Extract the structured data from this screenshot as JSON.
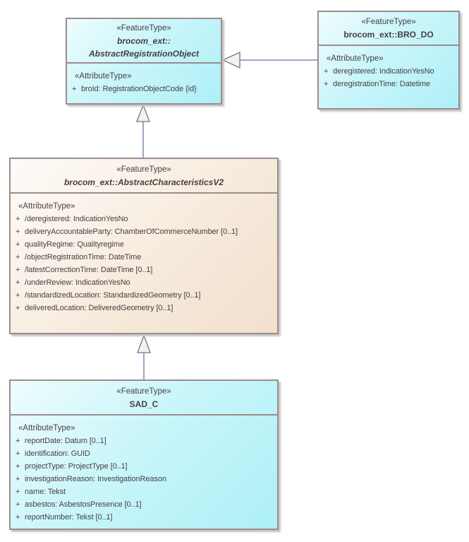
{
  "diagram": {
    "kind": "uml-class-diagram",
    "colors": {
      "class_fill_cyan": "#aeeff7",
      "class_fill_beige": "#f1e0ce",
      "box_border": "#9c8c8c",
      "connector_line": "#66789b",
      "connector_arrow_fill": "#f9f1e9",
      "text": "#473e41",
      "background": "#ffffff"
    },
    "classes": [
      {
        "id": "AbstractRegistrationObject",
        "stereotype": "«FeatureType»",
        "name_lines": [
          "brocom_ext::",
          "AbstractRegistrationObject"
        ],
        "abstract": true,
        "attr_header": "«AttributeType»",
        "attributes": [
          {
            "vis": "+",
            "text": "broId: RegistrationObjectCode {id}"
          }
        ]
      },
      {
        "id": "BRO_DO",
        "stereotype": "«FeatureType»",
        "name_lines": [
          "brocom_ext::BRO_DO"
        ],
        "abstract": false,
        "attr_header": "«AttributeType»",
        "attributes": [
          {
            "vis": "+",
            "text": "deregistered: IndicationYesNo"
          },
          {
            "vis": "+",
            "text": "deregistrationTime: Datetime"
          }
        ]
      },
      {
        "id": "AbstractCharacteristicsV2",
        "stereotype": "«FeatureType»",
        "name_lines": [
          "brocom_ext::AbstractCharacteristicsV2"
        ],
        "abstract": true,
        "attr_header": "«AttributeType»",
        "attributes": [
          {
            "vis": "+",
            "text": "/deregistered: IndicationYesNo"
          },
          {
            "vis": "+",
            "text": "deliveryAccountableParty: ChamberOfCommerceNumber [0..1]"
          },
          {
            "vis": "+",
            "text": "qualityRegime: Qualityregime"
          },
          {
            "vis": "+",
            "text": "/objectRegistrationTime: DateTime"
          },
          {
            "vis": "+",
            "text": "/latestCorrectionTime: DateTime [0..1]"
          },
          {
            "vis": "+",
            "text": "/underReview: IndicationYesNo"
          },
          {
            "vis": "+",
            "text": "/standardizedLocation: StandardizedGeometry [0..1]"
          },
          {
            "vis": "+",
            "text": "deliveredLocation: DeliveredGeometry [0..1]"
          }
        ]
      },
      {
        "id": "SAD_C",
        "stereotype": "«FeatureType»",
        "name_lines": [
          "SAD_C"
        ],
        "abstract": false,
        "attr_header": "«AttributeType»",
        "attributes": [
          {
            "vis": "+",
            "text": "reportDate: Datum [0..1]"
          },
          {
            "vis": "+",
            "text": "identification: GUID"
          },
          {
            "vis": "+",
            "text": "projectType: ProjectType [0..1]"
          },
          {
            "vis": "+",
            "text": "investigationReason: InvestigationReason"
          },
          {
            "vis": "+",
            "text": "name: Tekst"
          },
          {
            "vis": "+",
            "text": "asbestos: AsbestosPresence [0..1]"
          },
          {
            "vis": "+",
            "text": "reportNumber: Tekst [0..1]"
          }
        ]
      }
    ],
    "relations": [
      {
        "type": "generalization",
        "from": "BRO_DO",
        "to": "AbstractRegistrationObject"
      },
      {
        "type": "generalization",
        "from": "AbstractCharacteristicsV2",
        "to": "AbstractRegistrationObject"
      },
      {
        "type": "generalization",
        "from": "SAD_C",
        "to": "AbstractCharacteristicsV2"
      }
    ]
  }
}
